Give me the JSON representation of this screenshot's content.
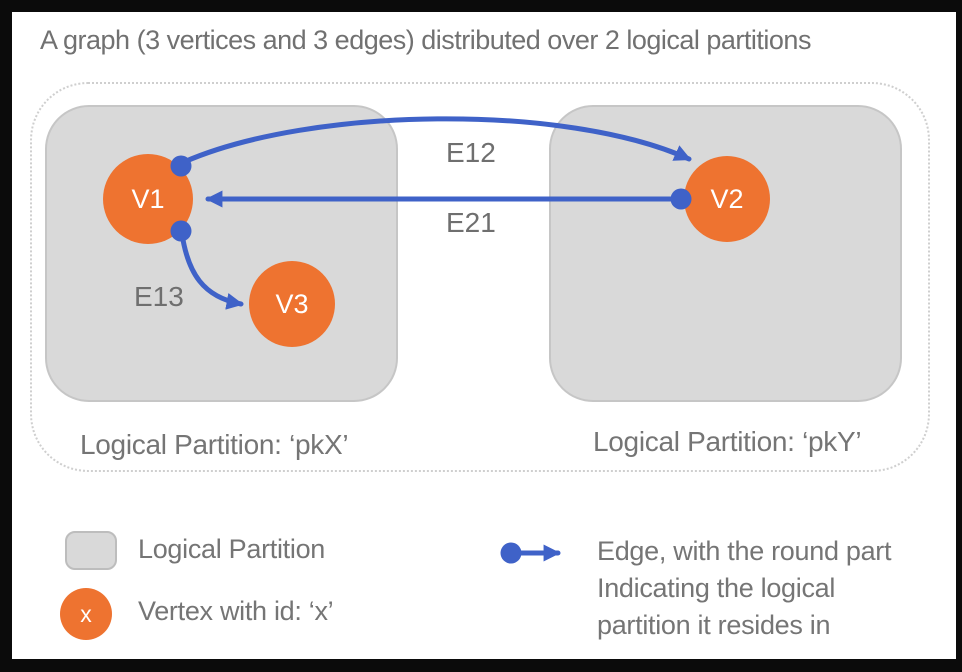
{
  "title": "A graph (3 vertices and 3 edges) distributed over 2 logical partitions",
  "colors": {
    "vertex_orange": "#ee7330",
    "edge_blue": "#3f62c8",
    "partition_gray": "#d9d9d9",
    "text_gray": "#757575",
    "background": "#ffffff",
    "frame": "#0b0b0b"
  },
  "diagram": {
    "partition_left_label": "Logical Partition: ‘pkX’",
    "partition_right_label": "Logical Partition: ‘pkY’",
    "vertices": {
      "v1": "V1",
      "v2": "V2",
      "v3": "V3"
    },
    "edge_labels": {
      "e12": "E12",
      "e21": "E21",
      "e13": "E13"
    }
  },
  "legend": {
    "partition_label": "Logical Partition",
    "vertex_symbol": "x",
    "vertex_label": "Vertex with id: ‘x’",
    "edge_label_line1": "Edge, with the round part",
    "edge_label_line2": "Indicating the logical",
    "edge_label_line3": "partition it resides in"
  }
}
